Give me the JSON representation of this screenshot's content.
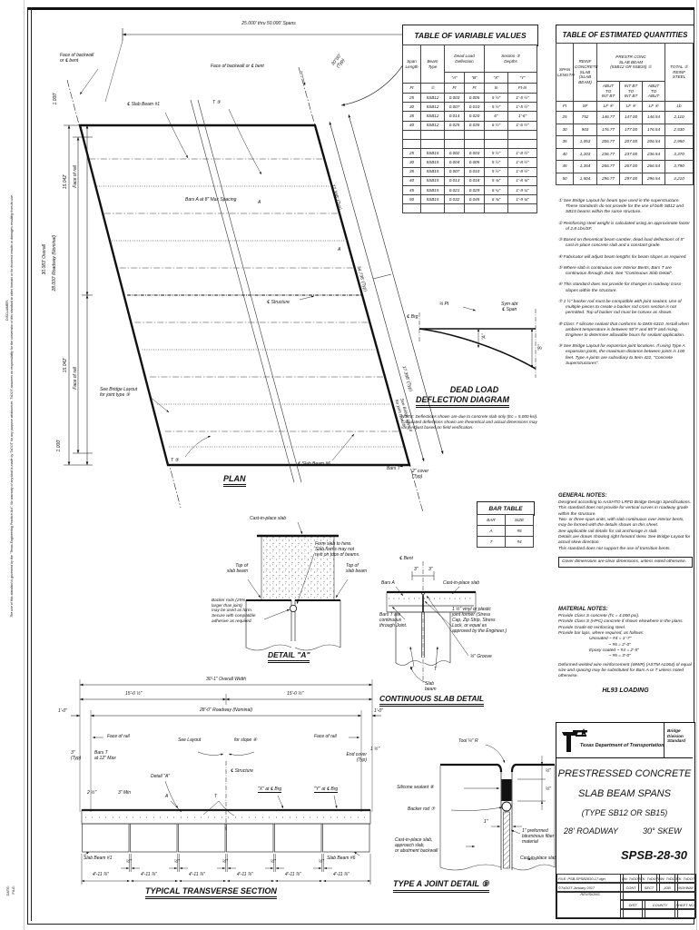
{
  "sheet": {
    "disclaimer_heading": "DISCLAIMER:",
    "disclaimer_text": "The use of this standard is governed by the \"Texas Engineering Practice Act\". No warranty of any kind is made by TxDOT for any purpose whatsoever. TxDOT assumes no responsibility for the conversion of this standard to other formats or for incorrect results or damages resulting from its use.",
    "date_label": "DATE:",
    "file_label": "FILE:"
  },
  "plan": {
    "title": "PLAN",
    "span_dim": "25.000' thru 50.000' Spans",
    "skew_angle": "30°00'\n(Typ)",
    "face_backwall_left": "Face of backwall\nor ℄ bent",
    "face_backwall_right": "Face of backwall or ℄ bent",
    "slab_beam1": "℄ Slab Beam #1",
    "slab_beam6": "℄ Slab Beam #6",
    "structure_cl": "℄ Structure",
    "bars_a": "Bars A at 8\" Max Spacing",
    "bars_t": "Bars T",
    "cover": "2\" cover\n(Typ)",
    "t5_top": "T ⑤",
    "t5_bottom": "T ⑤",
    "a_marker": "A",
    "joint_note_left": "See Bridge Layout\nfor joint type ⑨",
    "joint_note_right": "See Bridge Layout\nfor joint type ⑨",
    "dim_1000_top": "1.000'",
    "dim_15042_top": "15.042'",
    "dim_overall": "30.083' Overall",
    "dim_roadway": "28.000' Roadway (Nominal)",
    "dim_15042_bot": "15.042'",
    "dim_1000_bot": "1.000'",
    "face_of_rail_top": "Face of rail",
    "face_of_rail_bot": "Face of rail",
    "skew_17_typ": "17.368' (Typ)",
    "skew_34_typ": "34.736' (Typ)",
    "skew_17_typ2": "17.368' (Typ)"
  },
  "variable_values": {
    "title": "TABLE OF VARIABLE VALUES",
    "h_span": "Span\nLength",
    "h_beam": "Beam\nType",
    "h_dl": "Dead Load\nDeflection",
    "h_sect": "Section ③\nDepths",
    "h_a": "\"A\"",
    "h_b": "\"B\"",
    "h_x": "\"X\"",
    "h_y": "\"Y\"",
    "u1": "Ft",
    "u2": "①",
    "u3": "Ft",
    "u4": "Ft",
    "u5": "In",
    "u6": "Ft-In",
    "rows": [
      [
        "25",
        "5SB12",
        "0.003",
        "0.005",
        "5 ½\"",
        "1'-5 ½\""
      ],
      [
        "30",
        "5SB12",
        "0.007",
        "0.010",
        "5 ½\"",
        "1'-5 ½\""
      ],
      [
        "35",
        "5SB12",
        "0.014",
        "0.020",
        "6\"",
        "1'-6\""
      ],
      [
        "40",
        "5SB12",
        "0.025",
        "0.035",
        "6 ½\"",
        "1'-6 ½\""
      ],
      [
        "",
        "",
        "",
        "",
        "",
        ""
      ],
      [
        "",
        "",
        "",
        "",
        "",
        ""
      ],
      [
        "25",
        "5SB15",
        "0.002",
        "0.003",
        "5 ½\"",
        "1'-8 ½\""
      ],
      [
        "30",
        "5SB15",
        "0.004",
        "0.005",
        "5 ½\"",
        "1'-8 ½\""
      ],
      [
        "35",
        "5SB15",
        "0.007",
        "0.010",
        "5 ½\"",
        "1'-8 ½\""
      ],
      [
        "40",
        "5SB15",
        "0.013",
        "0.018",
        "5 ¾\"",
        "1'-8 ¾\""
      ],
      [
        "45",
        "5SB15",
        "0.021",
        "0.029",
        "6 ¼\"",
        "1'-9 ¼\""
      ],
      [
        "50",
        "5SB15",
        "0.032",
        "0.045",
        "6 ¾\"",
        "1'-9 ¾\""
      ],
      [
        "",
        "",
        "",
        "",
        "",
        ""
      ]
    ]
  },
  "quantities": {
    "title": "TABLE OF ESTIMATED QUANTITIES",
    "h_span": "SPAN\nLENGTH",
    "h_slab": "REINF\nCONCRETE\nSLAB\n(SLAB\nBEAM)",
    "h_group": "PRESTR CONC\nSLAB BEAM\n(5SB12 OR 5SB15) ①",
    "h_c1": "ABUT\nTO\nINT BT",
    "h_c2": "INT BT\nTO\nINT BT",
    "h_c3": "ABUT\nTO\nABUT",
    "h_total": "TOTAL ②\nREINF\nSTEEL",
    "u1": "Ft",
    "u2": "SF",
    "u3": "LF ④",
    "u4": "LF ④",
    "u5": "LF ④",
    "u6": "Lb",
    "rows": [
      [
        "25",
        "752",
        "146.77",
        "147.00",
        "146.54",
        "2,110"
      ],
      [
        "30",
        "903",
        "176.77",
        "177.00",
        "176.54",
        "2,530"
      ],
      [
        "35",
        "1,053",
        "206.77",
        "207.00",
        "206.54",
        "2,950"
      ],
      [
        "40",
        "1,203",
        "236.77",
        "237.00",
        "236.54",
        "3,370"
      ],
      [
        "45",
        "1,354",
        "266.77",
        "267.00",
        "266.54",
        "3,790"
      ],
      [
        "50",
        "1,504",
        "296.77",
        "297.00",
        "296.54",
        "4,210"
      ]
    ]
  },
  "notes": [
    "① See Bridge Layout for beam type used in the superstructure. These standards do not provide for the use of both SB12 and SB15 beams within the same structure.",
    "② Reinforcing steel weight is calculated using an approximate factor of 2.8 Lbs/SF.",
    "③ Based on theoretical beam camber, dead load deflections of 5\" cast-in-place concrete slab and a constant grade.",
    "④ Fabricator will adjust beam lengths for beam slopes as required.",
    "⑤ Where slab is continuous over Interior Bents, Bars T are continuous through Joint.  See \"Continuous Slab Detail\".",
    "⑥ This standard does not provide for changes in roadway cross-slopes within the structure.",
    "⑦ 1 ½\" backer rod must be compatible with joint sealant.  Use of multiple pieces to create a backer rod cross section is not permitted. Top of backer rod must be convex as shown.",
    "⑧ Class 7 silicone sealant that conforms to DMS-6310.  Install when ambient temperature is between 50°F and 85°F and rising. Engineer to determine allowable hours for sealant application.",
    "⑨ See Bridge Layout for expansion joint locations. If using Type A expansion joints, the maximum distance between joints is 100 feet. Type A joints are subsidiary to Item 422, \"Concrete Superstructures\"."
  ],
  "deflection": {
    "qpt": "¼ Pt",
    "brg": "℄ Brg",
    "sym": "Sym abt\n℄ Span",
    "a": "\"A\"",
    "b": "\"B\"",
    "title1": "DEAD LOAD",
    "title2": "DEFLECTION DIAGRAM",
    "note": "NOTE:  Deflections shown are due to concrete slab only (Ec = 5,000 ksi). Calculated deflections shown are theoretical and actual dimensions may vary. Adjust based on field verification."
  },
  "bar_table": {
    "title": "BAR TABLE",
    "h_bar": "BAR",
    "h_size": "SIZE",
    "rows": [
      [
        "A",
        "#5"
      ],
      [
        "T",
        "#4"
      ]
    ]
  },
  "general_notes": {
    "title": "GENERAL NOTES:",
    "lines": [
      "Designed according to AASHTO LRFD Bridge Design Specifications.",
      "This standard does not provide for vertical curves in roadway grade within the structure.",
      "Two- or three-span units, with slab continuous over interior bents, may be formed with the details shown on this sheet.",
      "See applicable rail details for rail anchorage in slab.",
      "Details are drawn showing right forward skew. See Bridge Layout for actual skew direction.",
      "This standard does not support the use of transition bents."
    ],
    "boxed": "Cover dimensions are clear dimensions, unless noted otherwise."
  },
  "material_notes": {
    "title": "MATERIAL NOTES:",
    "lines": [
      "Provide Class S concrete (f'c = 4,000 psi).",
      "Provide Class S (HPC) concrete if shown elsewhere in the plans.",
      "Provide Grade 60 reinforcing steel.",
      "Provide bar laps, where required, as follows:"
    ],
    "laps": [
      "Uncoated ~ #4 = 1'-7\"",
      "                ~ #5 = 2'-0\"",
      "Epoxy coated ~ #4 = 2'-5\"",
      "                ~ #5 = 3'-0\""
    ],
    "wwr": "Deformed welded wire reinforcement (WWR) (ASTM A1064) of equal size and spacing may be substituted for Bars A or T unless noted otherwise.",
    "loading": "HL93 LOADING"
  },
  "detail_a": {
    "title": "DETAIL \"A\"",
    "cip": "Cast-in-place slab",
    "form_note": "Form slab to here.\nSlab forms may not\nrest on tops of beams.",
    "top_left": "Top of\nslab beam",
    "top_right": "Top of\nslab beam",
    "backer_note": "Backer rods (25%\nlarger than joint)\nmay be used as form.\nSecure with compatible\nadhesive as required."
  },
  "continuous_slab": {
    "title": "CONTINUOUS SLAB DETAIL",
    "bent": "℄ Bent",
    "dim3a": "3\"",
    "dim3b": "3\"",
    "bars_a": "Bars A",
    "cip": "Cast-in-place slab",
    "bars_t": "Bars T are\ncontinuous\nthrough Joint.",
    "former_note": "1 ½\" vinyl or plastic\njoint former (Stress\nCap, Zip Strip, Stress\nLock, or equal as\napproved by the Engineer.)",
    "groove": "¼\" Groove",
    "t1": "T",
    "t2": "T",
    "slab_beam": "Slab\nbeam"
  },
  "transverse": {
    "title": "TYPICAL TRANSVERSE SECTION",
    "overall": "30'-1\" Overall Width",
    "half_left": "15'-0 ½\"",
    "half_right": "15'-0 ½\"",
    "roadway": "28'-0\" Roadway (Nominal)",
    "one_ft_left": "1'-0\"",
    "one_ft_right": "1'-0\"",
    "face_rail_left": "Face of rail",
    "face_rail_right": "Face of rail",
    "see_layout": "See Layout",
    "for_slope": "for slope ⑥",
    "bars_t": "Bars T\nat 12\" Max",
    "three_typ": "3\"\n(Typ)",
    "end_cover": "End cover\n(Typ)",
    "one_half": "1 ½\"",
    "detail_a_ref": "Detail \"A\"",
    "structure_cl": "℄ Structure",
    "dim_2half": "2 ½\"",
    "dim_3min": "3\" Min",
    "x_brg": "\"X\" at ℄ Brg",
    "y_brg": "\"Y\" at ℄ Brg",
    "a_label": "A",
    "t_label": "T",
    "beam1": "Slab Beam #1",
    "beam6": "Slab Beam #6",
    "gap": "½\"",
    "beam_width": "4'-11 ⅞\""
  },
  "type_a_joint": {
    "title": "TYPE A JOINT DETAIL ⑨",
    "tool": "Tool ¼\" R",
    "half_top": "½\"",
    "half_bot": "½\"",
    "sealant": "Silicone sealant ⑧",
    "backer": "Backer rod ⑦",
    "one_inch": "1\"",
    "filler_note": "1\" preformed\nbituminous fiber\nmaterial",
    "left_note": "Cast-in-place slab,\napproach slab,\nor abutment backwall",
    "right_note": "Cast-in-place slab"
  },
  "title_block": {
    "agency": "Texas Department of Transportation",
    "division": "Bridge\nDivision\nStandard",
    "line1": "PRESTRESSED CONCRETE",
    "line2": "SLAB BEAM SPANS",
    "line3": "(TYPE SB12 OR SB15)",
    "line4a": "28' ROADWAY",
    "line4b": "30° SKEW",
    "sheet_no": "SPSB-28-30",
    "file": "FILE: PSB-SPSB2830-17.dgn",
    "dn": "DN: TxDOT",
    "ck1": "CK: TxDOT",
    "dw": "DW: TxDOT",
    "ck2": "CK: TxDOT",
    "copyright": "©TxDOT  January 2017",
    "cont": "CONT",
    "sect": "SECT",
    "job": "JOB",
    "highway": "HIGHWAY",
    "revisions": "REVISIONS",
    "dist": "DIST",
    "county": "COUNTY",
    "sheet_lbl": "SHEET NO."
  }
}
